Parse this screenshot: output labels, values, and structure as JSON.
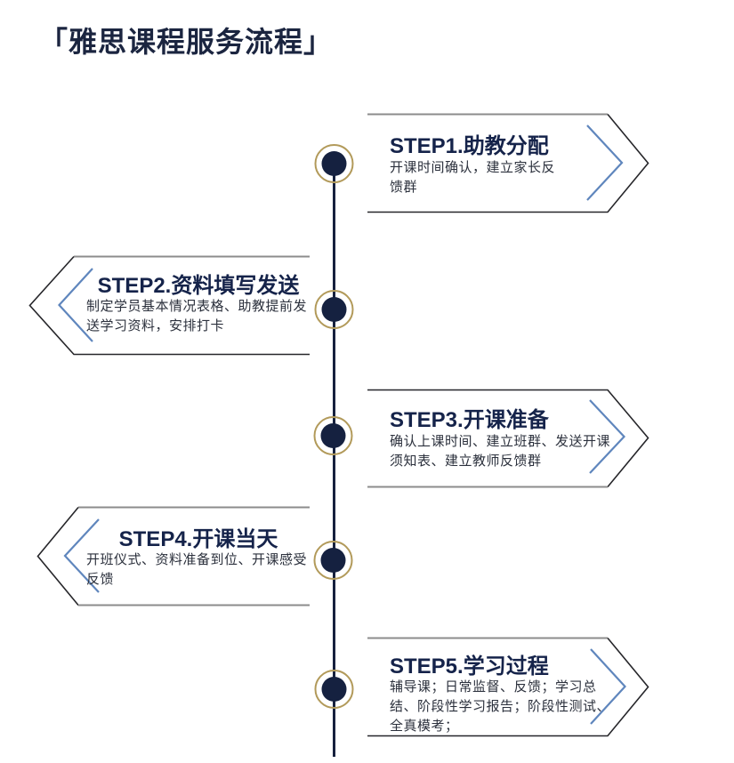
{
  "page": {
    "title": "「雅思课程服务流程」"
  },
  "colors": {
    "navy": "#16213e",
    "title_navy": "#1b2540",
    "heading_navy": "#15234a",
    "body_text": "#2b303c",
    "gold_ring": "#b29a5a",
    "gray_edge": "#8c8c8c",
    "dark_edge": "#26262a",
    "chevron_blue": "#5f86bd",
    "background": "#ffffff"
  },
  "timeline": {
    "node_count": 5,
    "node_icon": "filled-dot-with-gold-ring"
  },
  "steps": [
    {
      "id": 1,
      "side": "right",
      "title": "STEP1.助教分配",
      "description": "开课时间确认，建立家长反馈群",
      "icon": "chevron-right-icon"
    },
    {
      "id": 2,
      "side": "left",
      "title": "STEP2.资料填写发送",
      "description": "制定学员基本情况表格、助教提前发送学习资料，安排打卡",
      "icon": "chevron-left-icon"
    },
    {
      "id": 3,
      "side": "right",
      "title": "STEP3.开课准备",
      "description": "确认上课时间、建立班群、发送开课须知表、建立教师反馈群",
      "icon": "chevron-right-icon"
    },
    {
      "id": 4,
      "side": "left",
      "title": "STEP4.开课当天",
      "description": "开班仪式、资料准备到位、开课感受反馈",
      "icon": "chevron-left-icon"
    },
    {
      "id": 5,
      "side": "right",
      "title": "STEP5.学习过程",
      "description": "辅导课；日常监督、反馈；学习总结、阶段性学习报告；阶段性测试、全真模考；",
      "icon": "chevron-right-icon"
    }
  ]
}
